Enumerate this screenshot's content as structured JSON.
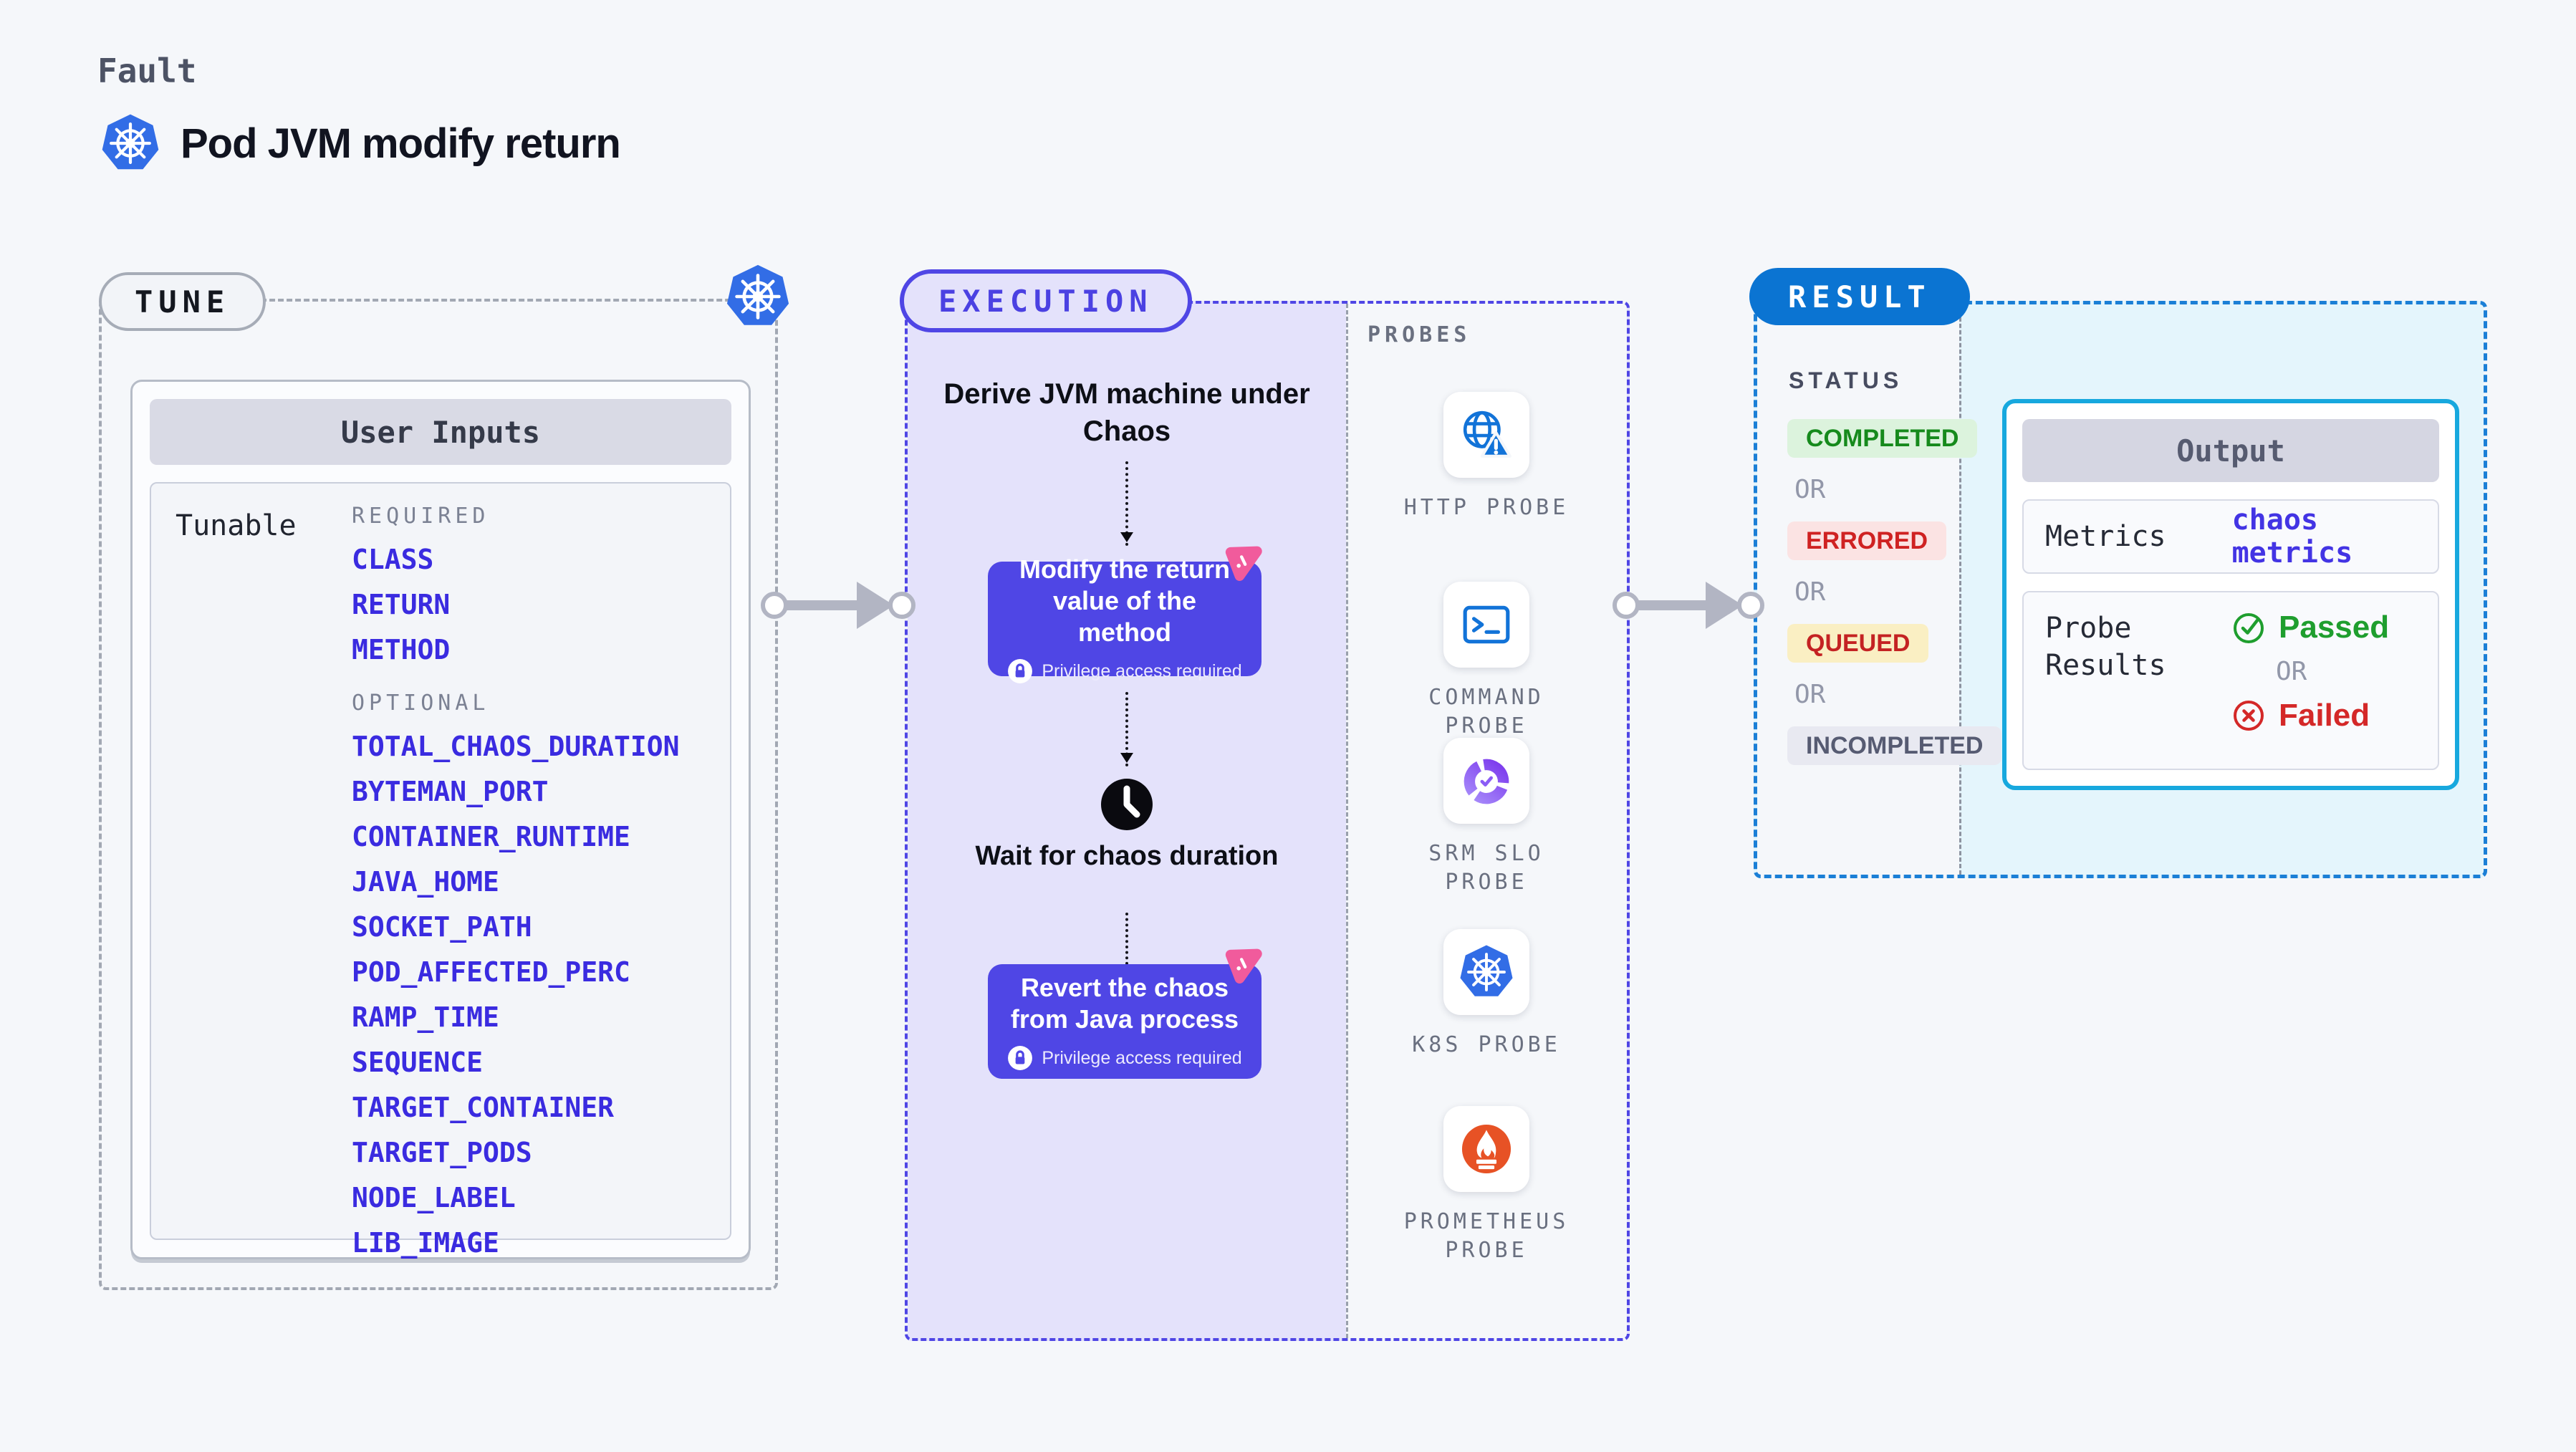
{
  "header": {
    "eyebrow": "Fault",
    "title": "Pod JVM modify return"
  },
  "tune": {
    "badge": "TUNE",
    "card_title": "User Inputs",
    "row_label": "Tunable",
    "required_label": "REQUIRED",
    "required_items": [
      "CLASS",
      "RETURN",
      "METHOD"
    ],
    "optional_label": "OPTIONAL",
    "optional_items": [
      "TOTAL_CHAOS_DURATION",
      "BYTEMAN_PORT",
      "CONTAINER_RUNTIME",
      "JAVA_HOME",
      "SOCKET_PATH",
      "POD_AFFECTED_PERC",
      "RAMP_TIME",
      "SEQUENCE",
      "TARGET_CONTAINER",
      "TARGET_PODS",
      "NODE_LABEL",
      "LIB_IMAGE"
    ]
  },
  "execution": {
    "badge": "EXECUTION",
    "derive_text": "Derive JVM machine under Chaos",
    "modify_title": "Modify the return value of the method",
    "wait_text": "Wait for chaos duration",
    "revert_title": "Revert the chaos from Java process",
    "privilege_note": "Privilege access required"
  },
  "probes": {
    "label": "PROBES",
    "items": [
      {
        "label": "HTTP PROBE",
        "icon": "globe-alert-icon"
      },
      {
        "label": "COMMAND PROBE",
        "icon": "terminal-icon"
      },
      {
        "label": "SRM SLO PROBE",
        "icon": "slo-donut-icon"
      },
      {
        "label": "K8S PROBE",
        "icon": "kubernetes-icon"
      },
      {
        "label": "PROMETHEUS PROBE",
        "icon": "prometheus-icon"
      }
    ]
  },
  "result": {
    "badge": "RESULT",
    "status_label": "STATUS",
    "or_label": "OR",
    "statuses": [
      {
        "label": "COMPLETED",
        "type": "success"
      },
      {
        "label": "ERRORED",
        "type": "error"
      },
      {
        "label": "QUEUED",
        "type": "warning"
      },
      {
        "label": "INCOMPLETED",
        "type": "neutral"
      }
    ],
    "output": {
      "title": "Output",
      "metrics_label": "Metrics",
      "metrics_value": "chaos metrics",
      "probe_results_label": "Probe Results",
      "passed_label": "Passed",
      "failed_label": "Failed"
    }
  },
  "colors": {
    "accent_indigo": "#4f46e5",
    "param_blue": "#3a2be0",
    "result_blue": "#0b74d2",
    "output_border_cyan": "#17a8de",
    "success_green": "#168a1c",
    "error_red": "#cf2222",
    "kubernetes_blue": "#326de6",
    "prometheus_orange": "#e75225",
    "litmus_pink": "#f15b9c",
    "arrow_gray": "#b2b5c3"
  }
}
